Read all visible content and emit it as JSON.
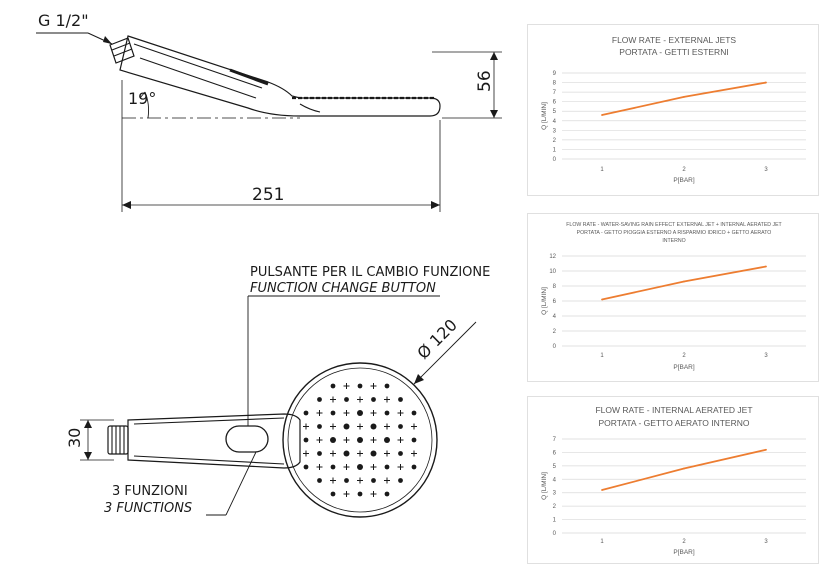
{
  "drawing": {
    "thread_label": "G 1/2\"",
    "height_dim": "56",
    "angle_dim": "19°",
    "length_dim": "251",
    "button_label_it": "PULSANTE PER IL CAMBIO FUNZIONE",
    "button_label_en": "FUNCTION CHANGE BUTTON",
    "diameter_dim": "Ø 120",
    "handle_dim": "30",
    "functions_it": "3 FUNZIONI",
    "functions_en": "3 FUNCTIONS"
  },
  "colors": {
    "line": "#ed7d31",
    "grid": "#d9d9d9",
    "text": "#595959"
  },
  "chart_data": [
    {
      "type": "line",
      "title": [
        "FLOW RATE - EXTERNAL JETS",
        "PORTATA - GETTI ESTERNI"
      ],
      "x": [
        1,
        2,
        3
      ],
      "categories": [
        "1",
        "2",
        "3"
      ],
      "values": [
        4.6,
        6.5,
        8.0
      ],
      "xlabel": "P[BAR]",
      "ylabel": "Q [L/MIN]",
      "ylim": [
        0,
        9
      ],
      "yticks": [
        "0",
        "1",
        "2",
        "3",
        "4",
        "5",
        "6",
        "7",
        "8",
        "9"
      ],
      "grid": true
    },
    {
      "type": "line",
      "title": [
        "FLOW RATE - WATER-SAVING RAIN EFFECT EXTERNAL JET + INTERNAL AERATED JET",
        "PORTATA - GETTO PIOGGIA ESTERNO A RISPARMIO IDRICO + GETTO AERATO",
        "INTERNO"
      ],
      "x": [
        1,
        2,
        3
      ],
      "categories": [
        "1",
        "2",
        "3"
      ],
      "values": [
        6.2,
        8.6,
        10.6
      ],
      "xlabel": "P[BAR]",
      "ylabel": "Q [L/MIN]",
      "ylim": [
        0,
        12
      ],
      "yticks": [
        "0",
        "2",
        "4",
        "6",
        "8",
        "10",
        "12"
      ],
      "grid": true
    },
    {
      "type": "line",
      "title": [
        "FLOW RATE - INTERNAL AERATED JET",
        "PORTATA - GETTO AERATO INTERNO"
      ],
      "x": [
        1,
        2,
        3
      ],
      "categories": [
        "1",
        "2",
        "3"
      ],
      "values": [
        3.2,
        4.8,
        6.2
      ],
      "xlabel": "P[BAR]",
      "ylabel": "Q [L/MIN]",
      "ylim": [
        0,
        7
      ],
      "yticks": [
        "0",
        "1",
        "2",
        "3",
        "4",
        "5",
        "6",
        "7"
      ],
      "grid": true
    }
  ]
}
